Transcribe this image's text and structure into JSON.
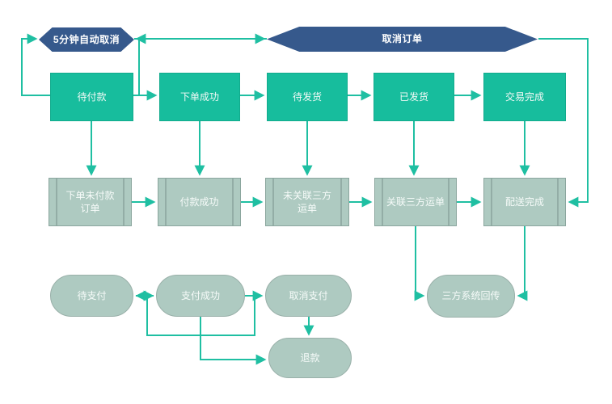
{
  "diagram_type": "flowchart",
  "colors": {
    "green_node": "#17bd9d",
    "navy_node": "#36598c",
    "sage_node": "#aecac1",
    "connector": "#1fbfa2",
    "label_text": "#ffffff"
  },
  "nodes": {
    "auto_cancel": "5分钟自动取消",
    "cancel_order": "取消订单",
    "pending_payment": "待付款",
    "order_success": "下单成功",
    "pending_ship": "待发货",
    "shipped": "已发货",
    "trade_complete": "交易完成",
    "unpaid_order": "下单未付款订单",
    "payment_done": "付款成功",
    "waybill_unlinked": "未关联三方运单",
    "waybill_linked": "关联三方运单",
    "delivery_complete": "配送完成",
    "pay_pending": "待支付",
    "pay_success": "支付成功",
    "pay_cancel": "取消支付",
    "third_party_callback": "三方系统回传",
    "refund": "退款"
  }
}
